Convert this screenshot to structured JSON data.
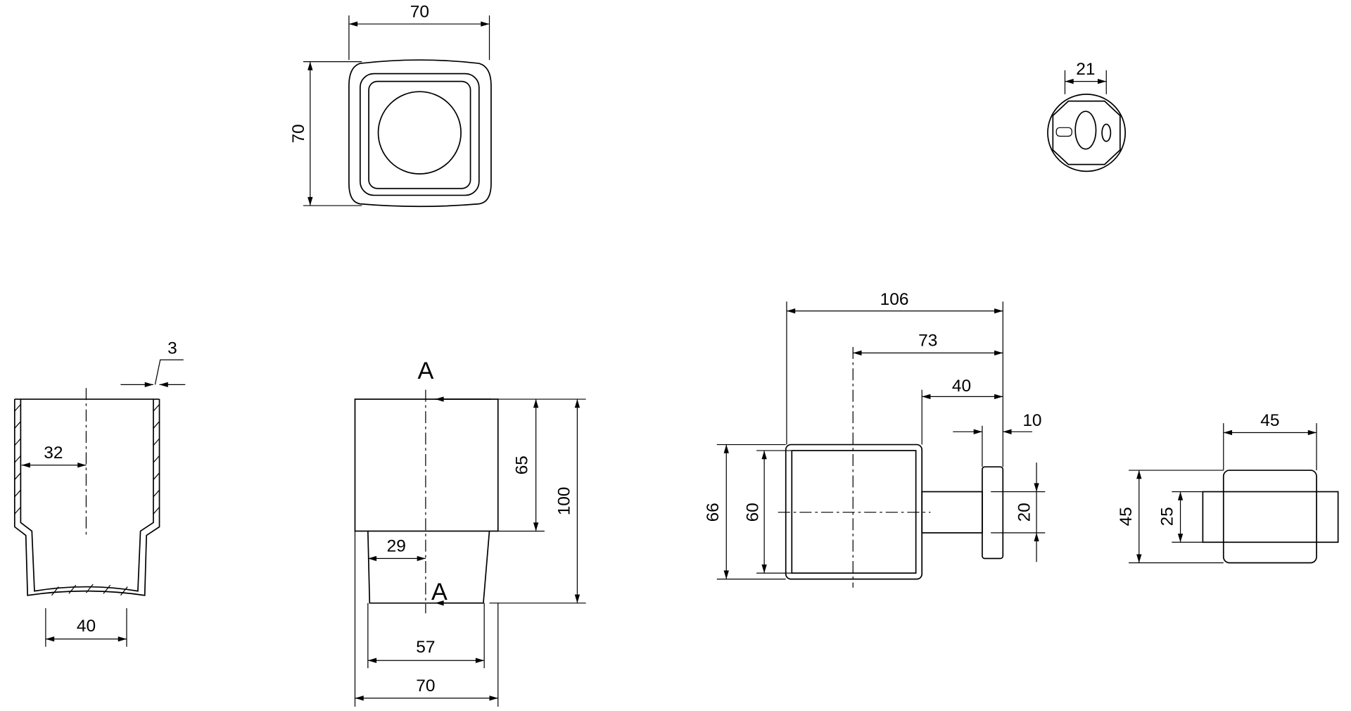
{
  "views": {
    "top_view": {
      "width": "70",
      "depth": "70"
    },
    "mount_view": {
      "hole_spacing": "21"
    },
    "section_view": {
      "wall": "3",
      "inner_radius": "32",
      "bottom": "40"
    },
    "front_view": {
      "section_mark_top": "A",
      "section_mark_bottom": "A",
      "upper_height": "65",
      "total_height": "100",
      "lower_half_width": "29",
      "lower_width": "57",
      "width": "70"
    },
    "side_view": {
      "total_depth": "106",
      "center_depth": "73",
      "arm_depth": "40",
      "flange": "10",
      "outer_height": "66",
      "inner_height": "60",
      "arm_height": "20"
    },
    "end_view": {
      "width": "45",
      "height": "45",
      "band_height": "25"
    }
  },
  "colors": {
    "line": "#000000",
    "background": "#ffffff"
  }
}
